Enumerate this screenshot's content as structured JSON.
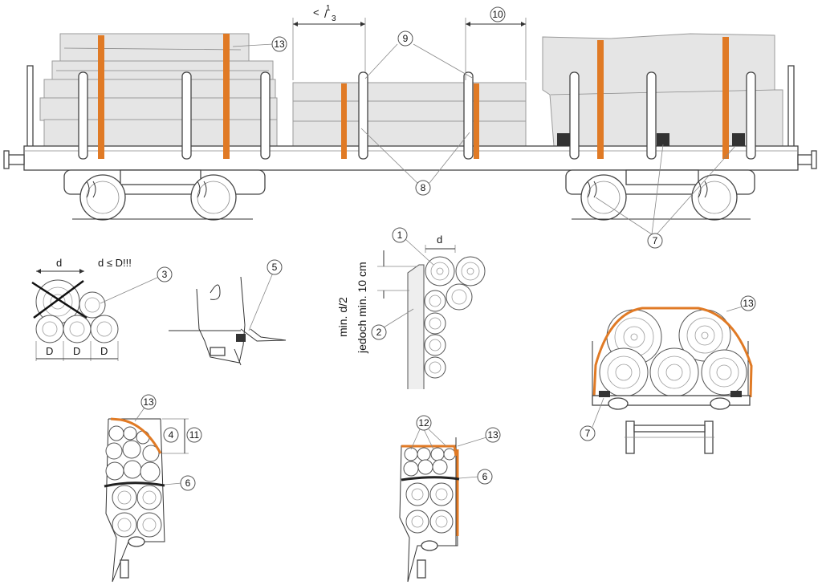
{
  "callouts": {
    "c1": "1",
    "c2": "2",
    "c3": "3",
    "c4": "4",
    "c5": "5",
    "c6": "6",
    "c7": "7",
    "c8": "8",
    "c9": "9",
    "c10": "10",
    "c11": "11",
    "c12": "12",
    "c13": "13"
  },
  "labels": {
    "third_lt": "<",
    "third_num": "1",
    "third_den": "3",
    "d": "d",
    "d_le_D": "d ≤ D!!!",
    "D": "D",
    "min_d2": "min. d/2",
    "jedoch": "jedoch min. 10 cm"
  },
  "colors": {
    "strap": "#e07a25",
    "load": "#e5e5e5",
    "wedge": "#333333"
  }
}
